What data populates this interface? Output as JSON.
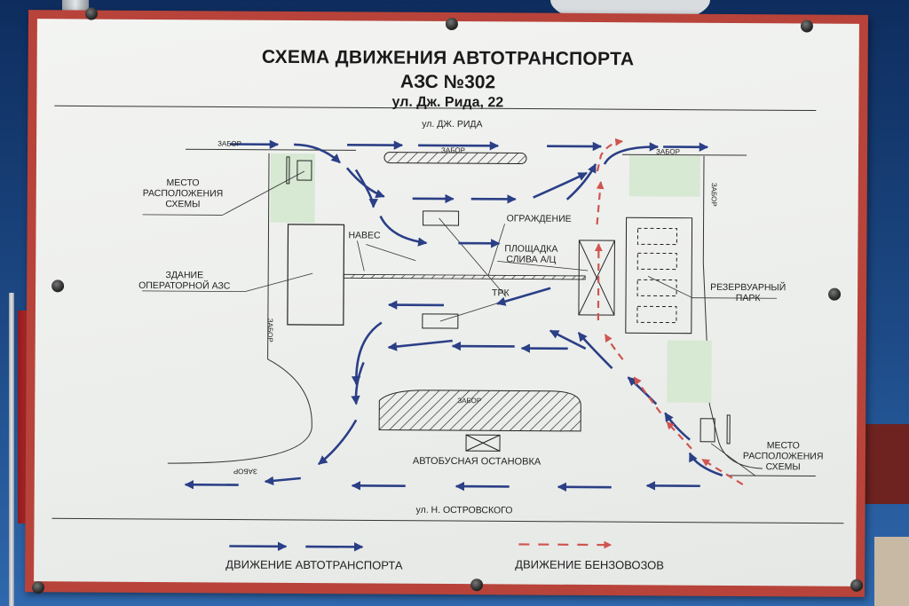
{
  "title": {
    "line1": "СХЕМА ДВИЖЕНИЯ АВТОТРАНСПОРТА",
    "line2": "АЗС №302",
    "line3": "ул. Дж. Рида, 22"
  },
  "streets": {
    "top": "ул. ДЖ. РИДА",
    "bottom": "ул. Н. ОСТРОВСКОГО"
  },
  "labels": {
    "fence": "ЗАБОР",
    "scheme_location": "МЕСТО\nРАСПОЛОЖЕНИЯ\nСХЕМЫ",
    "canopy": "НАВЕС",
    "operator_building": "ЗДАНИЕ\nОПЕРАТОРНОЙ АЗС",
    "barrier": "ОГРАЖДЕНИЕ",
    "unloading_area": "ПЛОЩАДКА\nСЛИВА А/Ц",
    "fuel_dispenser": "ТРК",
    "tank_park": "РЕЗЕРВУАРНЫЙ\nПАРК",
    "bus_stop": "АВТОБУСНАЯ ОСТАНОВКА"
  },
  "legend": {
    "vehicles": "ДВИЖЕНИЕ АВТОТРАНСПОРТА",
    "fuel_trucks": "ДВИЖЕНИЕ БЕНЗОВОЗОВ"
  },
  "colors": {
    "vehicle_arrow": "#2b3f86",
    "fuel_truck_arrow": "#cf5550",
    "frame": "#b8433a",
    "board": "#eef0ee"
  }
}
